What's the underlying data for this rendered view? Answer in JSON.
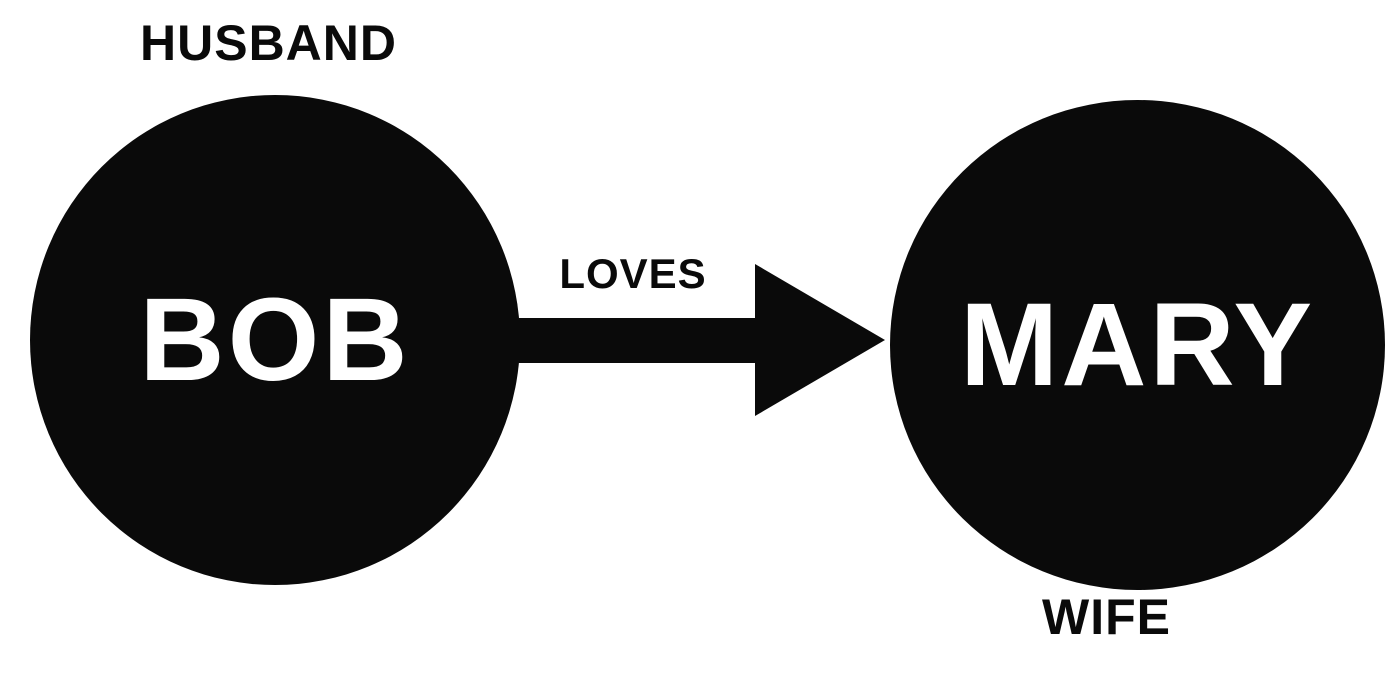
{
  "diagram": {
    "title": "relationship-diagram",
    "nodes": [
      {
        "id": "bob",
        "label": "BOB",
        "role_label": "HUSBAND",
        "role_label_position": "top-left",
        "shape": "circle",
        "fill": "#0a0a0a",
        "text_color": "#ffffff"
      },
      {
        "id": "mary",
        "label": "MARY",
        "role_label": "WIFE",
        "role_label_position": "bottom-right",
        "shape": "circle",
        "fill": "#0a0a0a",
        "text_color": "#ffffff"
      }
    ],
    "edge": {
      "label": "LOVES",
      "from": "BOB",
      "to": "MARY",
      "direction": "left-to-right",
      "style": "thick-solid-arrow",
      "color": "#0a0a0a"
    }
  },
  "colors": {
    "background": "#ffffff",
    "node_fill": "#0a0a0a",
    "node_text": "#ffffff",
    "label_text": "#0a0a0a"
  }
}
